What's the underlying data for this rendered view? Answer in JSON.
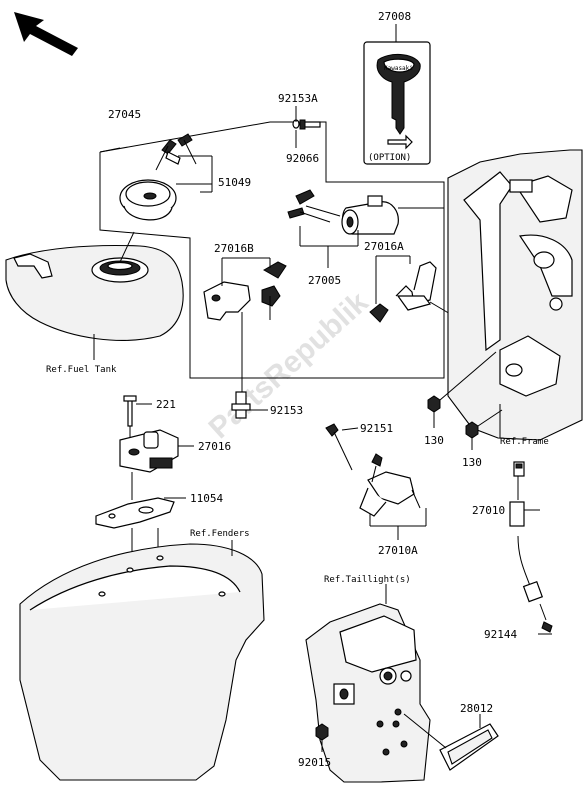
{
  "parts": {
    "p27008": "27008",
    "p92153a": "92153A",
    "p92066": "92066",
    "p27045": "27045",
    "p51049": "51049",
    "p27005": "27005",
    "p27016b": "27016B",
    "p27016a": "27016A",
    "p92153": "92153",
    "p221": "221",
    "p27016": "27016",
    "p11054": "11054",
    "p92151": "92151",
    "p130a": "130",
    "p130b": "130",
    "p27010": "27010",
    "p27010a": "27010A",
    "p92144": "92144",
    "p28012": "28012",
    "p92015": "92015"
  },
  "refs": {
    "fuel_tank": "Ref.Fuel Tank",
    "frame": "Ref.Frame",
    "fenders": "Ref.Fenders",
    "taillight": "Ref.Taillight(s)"
  },
  "option_label": "(OPTION)",
  "key_brand": "Kawasaki",
  "watermark": "PartsRepublik",
  "colors": {
    "ink": "#000000",
    "background": "#ffffff"
  }
}
